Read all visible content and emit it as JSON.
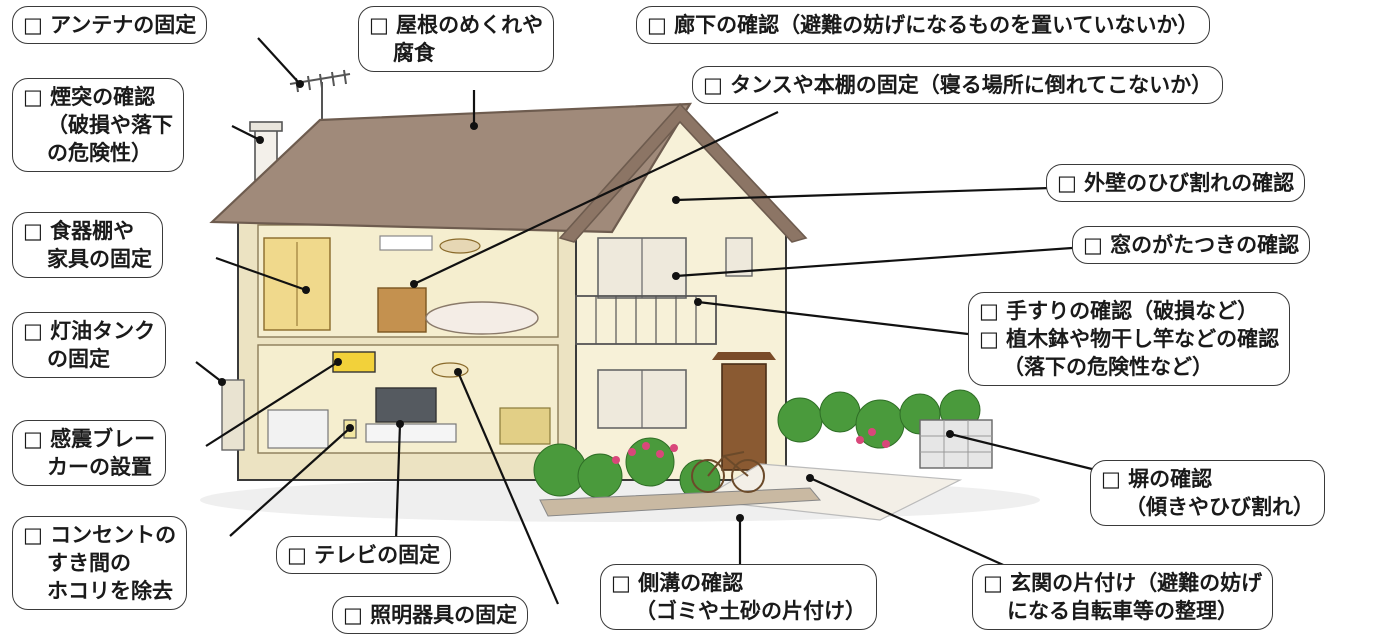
{
  "colors": {
    "roof": "#a08a7a",
    "roof_edge": "#6e5c4f",
    "wall": "#f7f1d8",
    "wall_side": "#ece3c2",
    "interior": "#f5eecf",
    "outline": "#3a3a3a",
    "shrub": "#4a9a3c",
    "flower": "#d9477a"
  },
  "labels": {
    "antenna": [
      "□ アンテナの固定"
    ],
    "roof": [
      "□ 屋根のめくれや",
      "腐食"
    ],
    "hallway": [
      "□ 廊下の確認（避難の妨げになるものを置いていないか）"
    ],
    "chimney": [
      "□ 煙突の確認",
      "（破損や落下",
      "の危険性）"
    ],
    "wardrobe": [
      "□ タンスや本棚の固定（寝る場所に倒れてこないか）"
    ],
    "exterior_wall": [
      "□ 外壁のひび割れの確認"
    ],
    "cupboard": [
      "□ 食器棚や",
      "家具の固定"
    ],
    "window": [
      "□ 窓のがたつきの確認"
    ],
    "kerosene": [
      "□ 灯油タンク",
      "の固定"
    ],
    "handrail": [
      "□ 手すりの確認（破損など）",
      "□ 植木鉢や物干し竿などの確認",
      "（落下の危険性など）"
    ],
    "breaker": [
      "□ 感震ブレー",
      "カーの設置"
    ],
    "fence": [
      "□ 塀の確認",
      "（傾きやひび割れ）"
    ],
    "outlet": [
      "□ コンセントの",
      "すき間の",
      "ホコリを除去"
    ],
    "tv": [
      "□ テレビの固定"
    ],
    "gutter": [
      "□ 側溝の確認",
      "（ゴミや土砂の片付け）"
    ],
    "entrance": [
      "□ 玄関の片付け（避難の妨げ",
      "になる自転車等の整理）"
    ],
    "lighting": [
      "□ 照明器具の固定"
    ]
  }
}
